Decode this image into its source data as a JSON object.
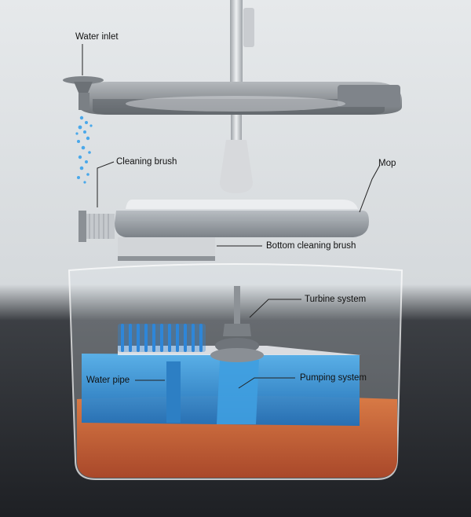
{
  "labels": {
    "water_inlet": "Water inlet",
    "cleaning_brush": "Cleaning brush",
    "mop": "Mop",
    "bottom_cleaning_brush": "Bottom cleaning brush",
    "turbine_system": "Turbine system",
    "water_pipe": "Water pipe",
    "pumping_system": "Pumping system"
  },
  "colors": {
    "background": "#dde1e4",
    "clean_water": "#3a9ee0",
    "dirty_water": "#c9643a",
    "tray_metal": "#8c9196",
    "mop_pad": "#9aa0a6",
    "brush_blue": "#2e86d8",
    "label_text": "#111111",
    "leader_line": "#222222"
  },
  "icons": {
    "inlet": "water-inlet-cup",
    "droplets": "water-droplets",
    "brush": "cleaning-brush",
    "turbine": "turbine-shaft"
  }
}
